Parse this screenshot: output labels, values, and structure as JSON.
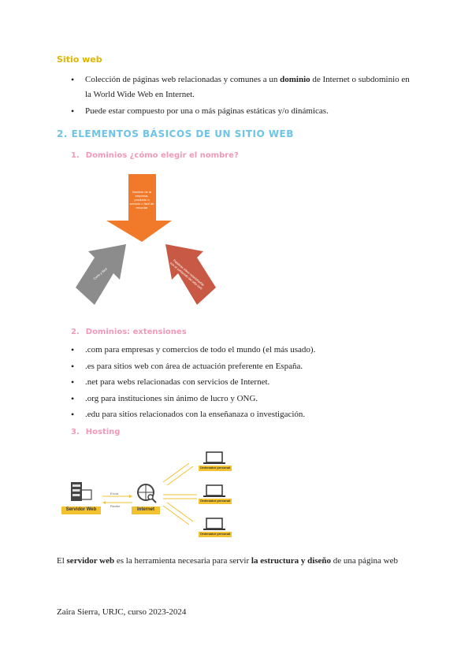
{
  "section_sitio_web": {
    "title": "Sitio web",
    "bullets": [
      {
        "pre": "Colección de páginas web relacionadas y comunes a un ",
        "bold": "dominio",
        "post": " de Internet o subdominio en la World Wide Web en Internet."
      },
      {
        "pre": "Puede estar compuesto por una o más páginas estáticas y/o dinámicas.",
        "bold": "",
        "post": ""
      }
    ]
  },
  "section_2": {
    "title": "2. ELEMENTOS BÁSICOS DE UN SITIO WEB",
    "sub1": {
      "num": "1.",
      "title": "Dominios ¿cómo elegir el nombre?"
    },
    "diagram": {
      "arrow_top_text": "Nombre de la empresa, producto o servicio o fácil de recordar",
      "arrow_left_text": "Corto y fácil",
      "arrow_right_text": "Palabras clave relacionadas con el contenido del sitio web"
    },
    "sub2": {
      "num": "2.",
      "title": "Dominios: extensiones",
      "bullets": [
        ".com para empresas y comercios de todo el mundo (el más usado).",
        ".es para sitios web con área de actuación preferente en España.",
        ".net para webs relacionadas con servicios de Internet.",
        ".org para instituciones sin ánimo de lucro y ONG.",
        ".edu para sitios relacionados con la enseñanaza o investigación."
      ]
    },
    "sub3": {
      "num": "3.",
      "title": "Hosting"
    },
    "hosting": {
      "server_label": "Servidor Web",
      "internet_label": "Internet",
      "client_label": "Ordenador personal",
      "envia": "Envía",
      "recibe": "Recibe"
    }
  },
  "paragraph": {
    "p1": "El ",
    "b1": "servidor web",
    "p2": " es la herramienta necesaria para servir ",
    "b2": "la estructura y diseño",
    "p3": " de una página web"
  },
  "footer": "Zaira Sierra, URJC, curso 2023-2024",
  "colors": {
    "yellow": "#e0b400",
    "blue": "#6ec3e6",
    "pink": "#f09ab6",
    "orange": "#f07a2a",
    "grey": "#8c8c8c",
    "rust": "#c85a45",
    "hosting_yellow": "#f2c230"
  }
}
